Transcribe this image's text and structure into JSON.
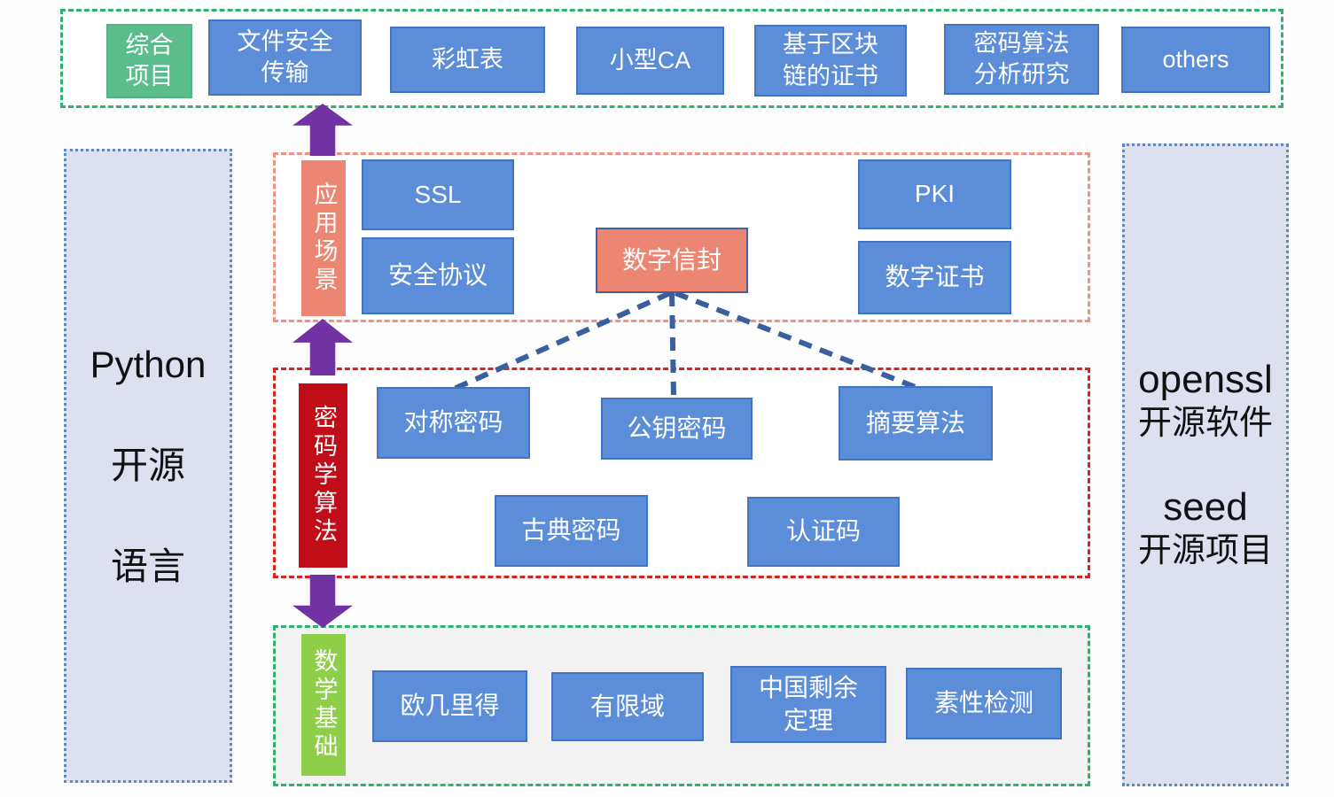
{
  "diagram": "cryptography-course-structure",
  "colors": {
    "box_blue": "#5b8dd9",
    "box_blue_border": "#4472c4",
    "project_green": "#5abd8b",
    "salmon": "#ec8672",
    "crimson_red": "#c00d18",
    "lime_green": "#8ece49",
    "arrow_purple": "#7133a3",
    "panel_lavender": "#dde1ef",
    "panel_border_blue": "#4e8fd0",
    "region_border_green": "#2fb26e",
    "region_border_salmon": "#ef9184",
    "region_border_red": "#dd2020",
    "connector_blue": "#3a5f9f"
  },
  "top_row": {
    "items": [
      {
        "label": "综合\n项目"
      },
      {
        "label": "文件安全\n传输"
      },
      {
        "label": "彩虹表"
      },
      {
        "label": "小型CA"
      },
      {
        "label": "基于区块\n链的证书"
      },
      {
        "label": "密码算法\n分析研究"
      },
      {
        "label": "others"
      }
    ]
  },
  "left_panel": {
    "lines": [
      "Python",
      "开源",
      "语言"
    ]
  },
  "right_panel": {
    "group1": [
      "openssl",
      "开源软件"
    ],
    "group2": [
      "seed",
      "开源项目"
    ]
  },
  "app_section": {
    "label": "应用场景",
    "boxes": {
      "ssl": "SSL",
      "secure_protocol": "安全协议",
      "digital_envelope": "数字信封",
      "pki": "PKI",
      "digital_certificate": "数字证书"
    }
  },
  "crypto_section": {
    "label": "密码学算法",
    "boxes": {
      "symmetric": "对称密码",
      "public_key": "公钥密码",
      "digest": "摘要算法",
      "classical": "古典密码",
      "auth_code": "认证码"
    }
  },
  "math_section": {
    "label": "数学基础",
    "boxes": {
      "euclid": "欧几里得",
      "finite_field": "有限域",
      "crt": "中国剩余\n定理",
      "primality": "素性检测"
    }
  }
}
